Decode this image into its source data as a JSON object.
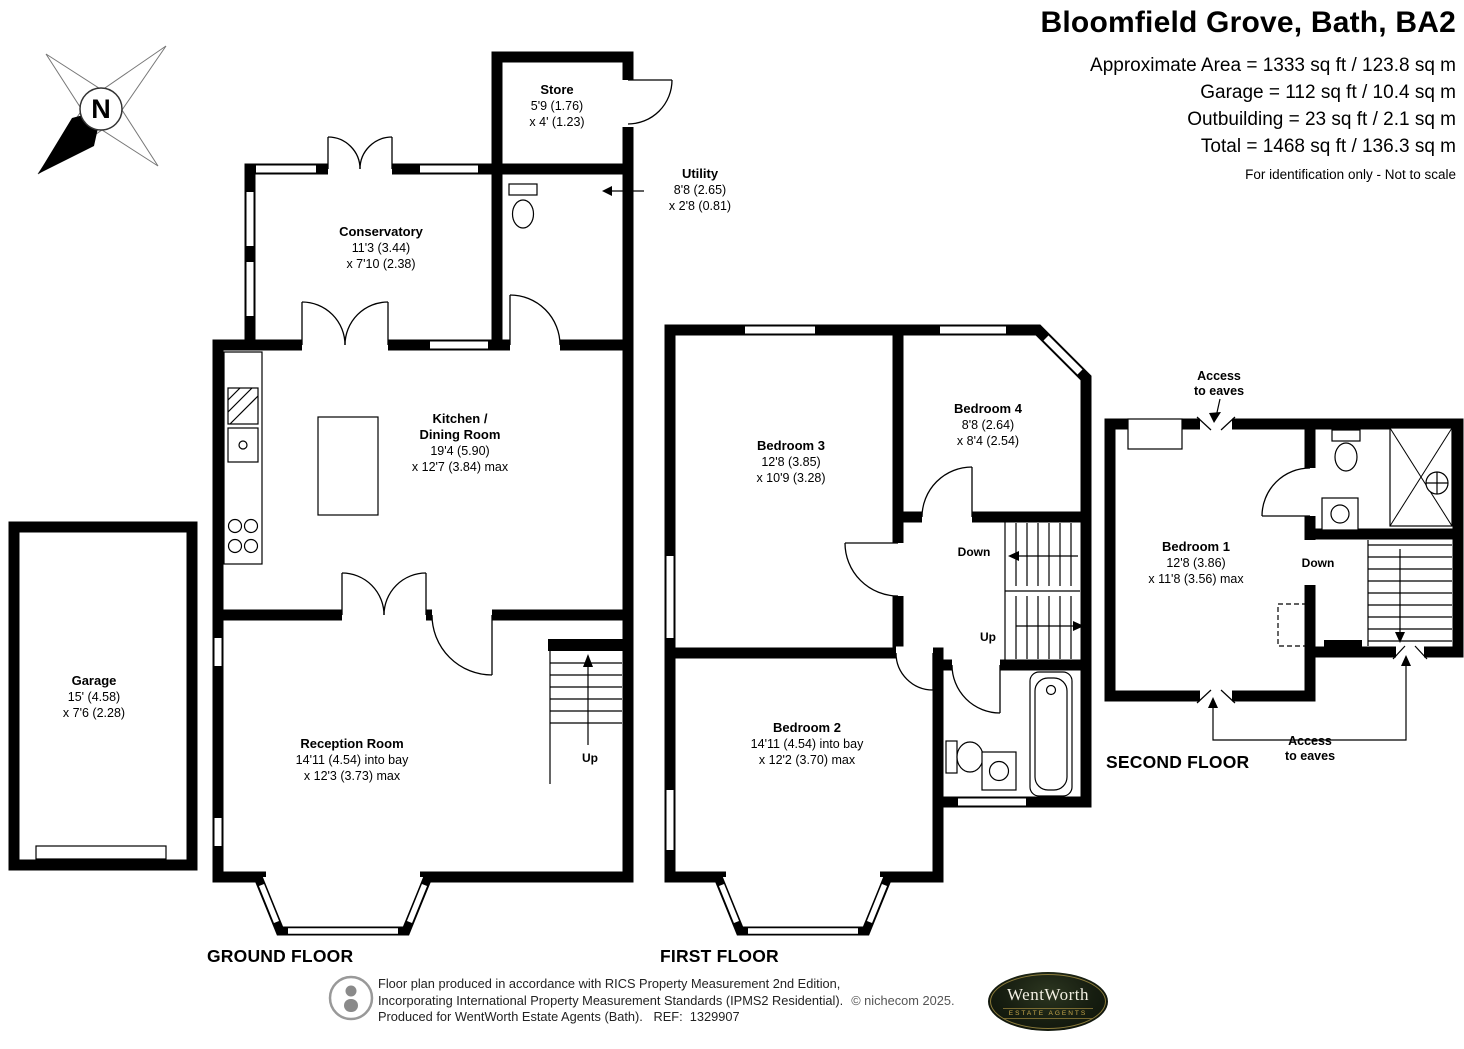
{
  "header": {
    "title": "Bloomfield Grove, Bath, BA2",
    "area_lines": [
      "Approximate Area = 1333 sq ft / 123.8 sq m",
      "Garage = 112 sq ft / 10.4 sq m",
      "Outbuilding = 23 sq ft / 2.1 sq m",
      "Total = 1468 sq ft / 136.3 sq m"
    ],
    "note": "For identification only - Not to scale"
  },
  "compass": {
    "north": "N"
  },
  "ground_floor": {
    "label": "GROUND FLOOR",
    "store": {
      "name": "Store",
      "dim1": "5'9 (1.76)",
      "dim2": "x 4' (1.23)"
    },
    "utility": {
      "name": "Utility",
      "dim1": "8'8 (2.65)",
      "dim2": "x 2'8 (0.81)"
    },
    "conservatory": {
      "name": "Conservatory",
      "dim1": "11'3 (3.44)",
      "dim2": "x 7'10 (2.38)"
    },
    "kitchen": {
      "name1": "Kitchen /",
      "name2": "Dining Room",
      "dim1": "19'4 (5.90)",
      "dim2": "x 12'7 (3.84) max"
    },
    "reception": {
      "name": "Reception Room",
      "dim1": "14'11 (4.54) into bay",
      "dim2": "x 12'3 (3.73) max"
    },
    "garage": {
      "name": "Garage",
      "dim1": "15' (4.58)",
      "dim2": "x 7'6 (2.28)"
    },
    "up": "Up"
  },
  "first_floor": {
    "label": "FIRST FLOOR",
    "bedroom3": {
      "name": "Bedroom 3",
      "dim1": "12'8 (3.85)",
      "dim2": "x 10'9 (3.28)"
    },
    "bedroom4": {
      "name": "Bedroom 4",
      "dim1": "8'8 (2.64)",
      "dim2": "x 8'4 (2.54)"
    },
    "bedroom2": {
      "name": "Bedroom 2",
      "dim1": "14'11 (4.54) into bay",
      "dim2": "x 12'2 (3.70) max"
    },
    "down": "Down",
    "up": "Up"
  },
  "second_floor": {
    "label": "SECOND FLOOR",
    "bedroom1": {
      "name": "Bedroom 1",
      "dim1": "12'8 (3.86)",
      "dim2": "x 11'8 (3.56) max"
    },
    "down": "Down",
    "access_top": {
      "line1": "Access",
      "line2": "to eaves"
    },
    "access_bottom": {
      "line1": "Access",
      "line2": "to eaves"
    }
  },
  "footer": {
    "line1": "Floor plan produced in accordance with RICS Property Measurement 2nd Edition,",
    "line2": "Incorporating International Property Measurement Standards (IPMS2 Residential).",
    "copyright": "© nichecom 2025.",
    "line3": "Produced for WentWorth Estate Agents (Bath).   REF:  1329907",
    "logo": {
      "name": "WentWorth",
      "subtitle": "ESTATE AGENTS"
    }
  }
}
